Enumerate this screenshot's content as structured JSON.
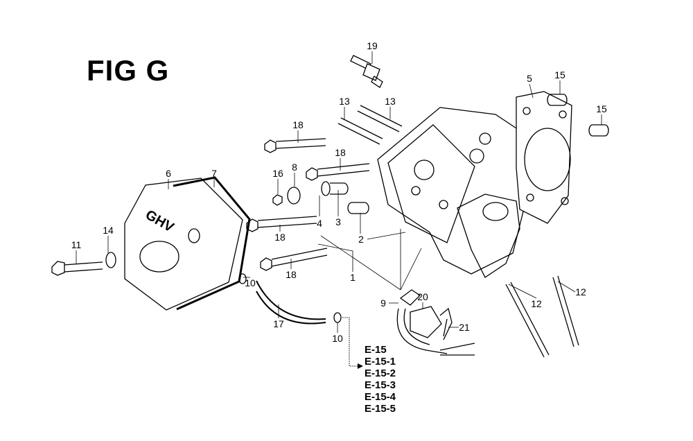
{
  "figure_title": "FIG G",
  "callouts": {
    "c19": "19",
    "c13a": "13",
    "c13b": "13",
    "c5": "5",
    "c15a": "15",
    "c15b": "15",
    "c18a": "18",
    "c18b": "18",
    "c18c": "18",
    "c18d": "18",
    "c6": "6",
    "c7": "7",
    "c16": "16",
    "c8": "8",
    "c14": "14",
    "c11": "11",
    "c4": "4",
    "c3": "3",
    "c2": "2",
    "c1": "1",
    "c10a": "10",
    "c10b": "10",
    "c17": "17",
    "c9": "9",
    "c20": "20",
    "c21": "21",
    "c12a": "12",
    "c12b": "12"
  },
  "references": [
    "E-15",
    "E-15-1",
    "E-15-2",
    "E-15-3",
    "E-15-4",
    "E-15-5"
  ]
}
